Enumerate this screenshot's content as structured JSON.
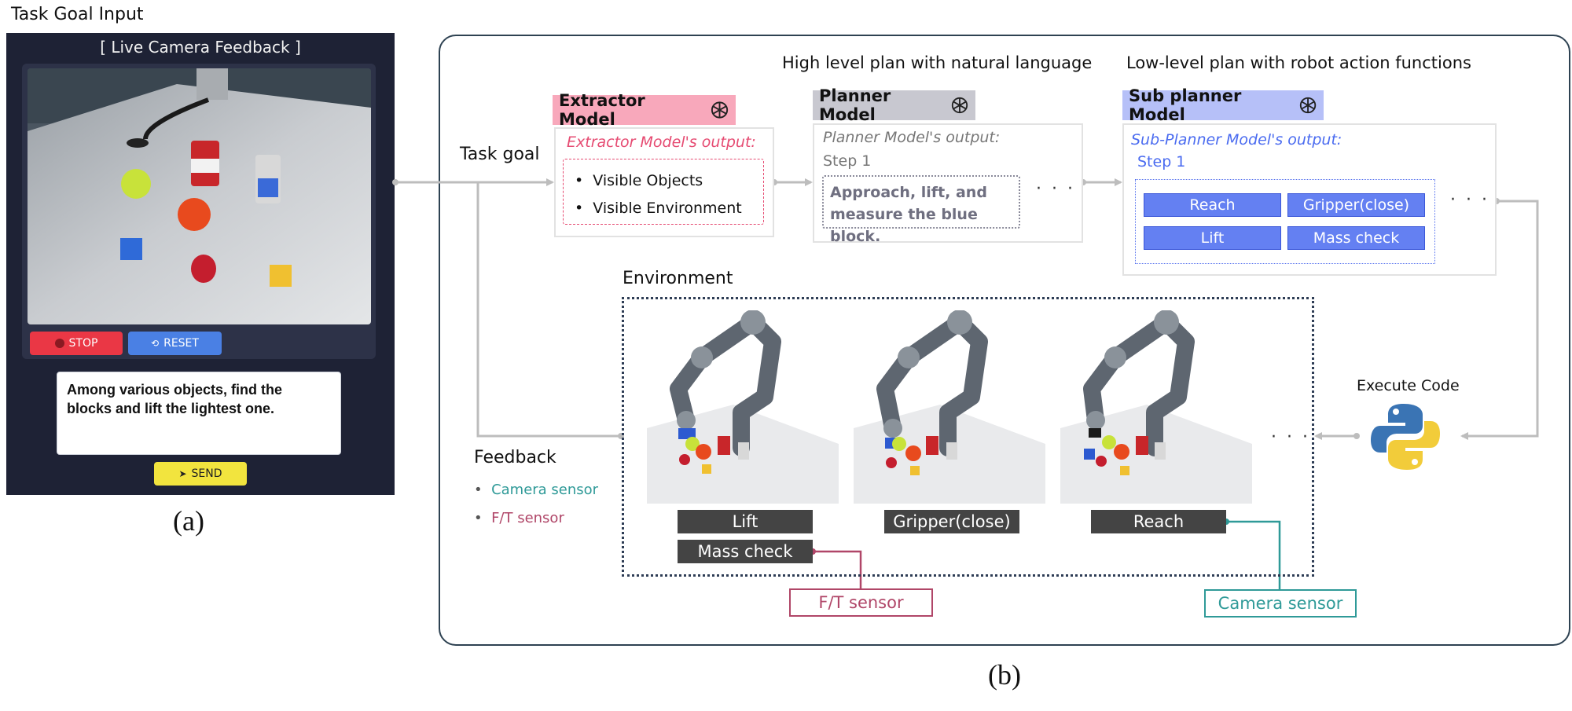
{
  "panel_a": {
    "title": "Task Goal Input",
    "camera_label": "[ Live Camera Feedback ]",
    "stop_label": "STOP",
    "reset_label": "RESET",
    "task_text": "Among various objects, find the blocks and lift the lightest one.",
    "send_label": "SEND",
    "caption": "(a)"
  },
  "panel_b": {
    "caption": "(b)",
    "header_high": "High level plan with natural language",
    "header_low": "Low-level plan with robot action functions",
    "task_goal": "Task goal",
    "extractor": {
      "title": "Extractor Model",
      "output_label": "Extractor Model's output:",
      "items": [
        "Visible Objects",
        "Visible Environment"
      ]
    },
    "planner": {
      "title": "Planner Model",
      "output_label": "Planner Model's output:",
      "step": "Step 1",
      "step_text": "Approach, lift, and measure the blue block."
    },
    "sub_planner": {
      "title": "Sub planner Model",
      "output_label": "Sub-Planner Model's output:",
      "step": "Step 1",
      "functions": [
        "Reach",
        "Gripper(close)",
        "Lift",
        "Mass check"
      ]
    },
    "ellipsis": "· · ·",
    "environment": {
      "title": "Environment",
      "actions": [
        "Lift",
        "Mass check",
        "Gripper(close)",
        "Reach"
      ]
    },
    "feedback": {
      "title": "Feedback",
      "camera": "Camera sensor",
      "ft": "F/T sensor"
    },
    "ft_sensor_box": "F/T sensor",
    "camera_sensor_box": "Camera sensor",
    "execute": "Execute Code"
  },
  "colors": {
    "panel_bg": "#1e2235",
    "stop": "#ea3745",
    "reset": "#4a80e4",
    "send": "#f2e43e",
    "extractor": "#f8a8bb",
    "extractor_accent": "#e64b72",
    "planner": "#c8c8d0",
    "sub_planner": "#b6c0f8",
    "sub_accent": "#4a6bf0",
    "function_chip": "#6480f2",
    "camera_sensor": "#2f9a98",
    "ft_sensor": "#b04668",
    "frame": "#2e4252"
  }
}
